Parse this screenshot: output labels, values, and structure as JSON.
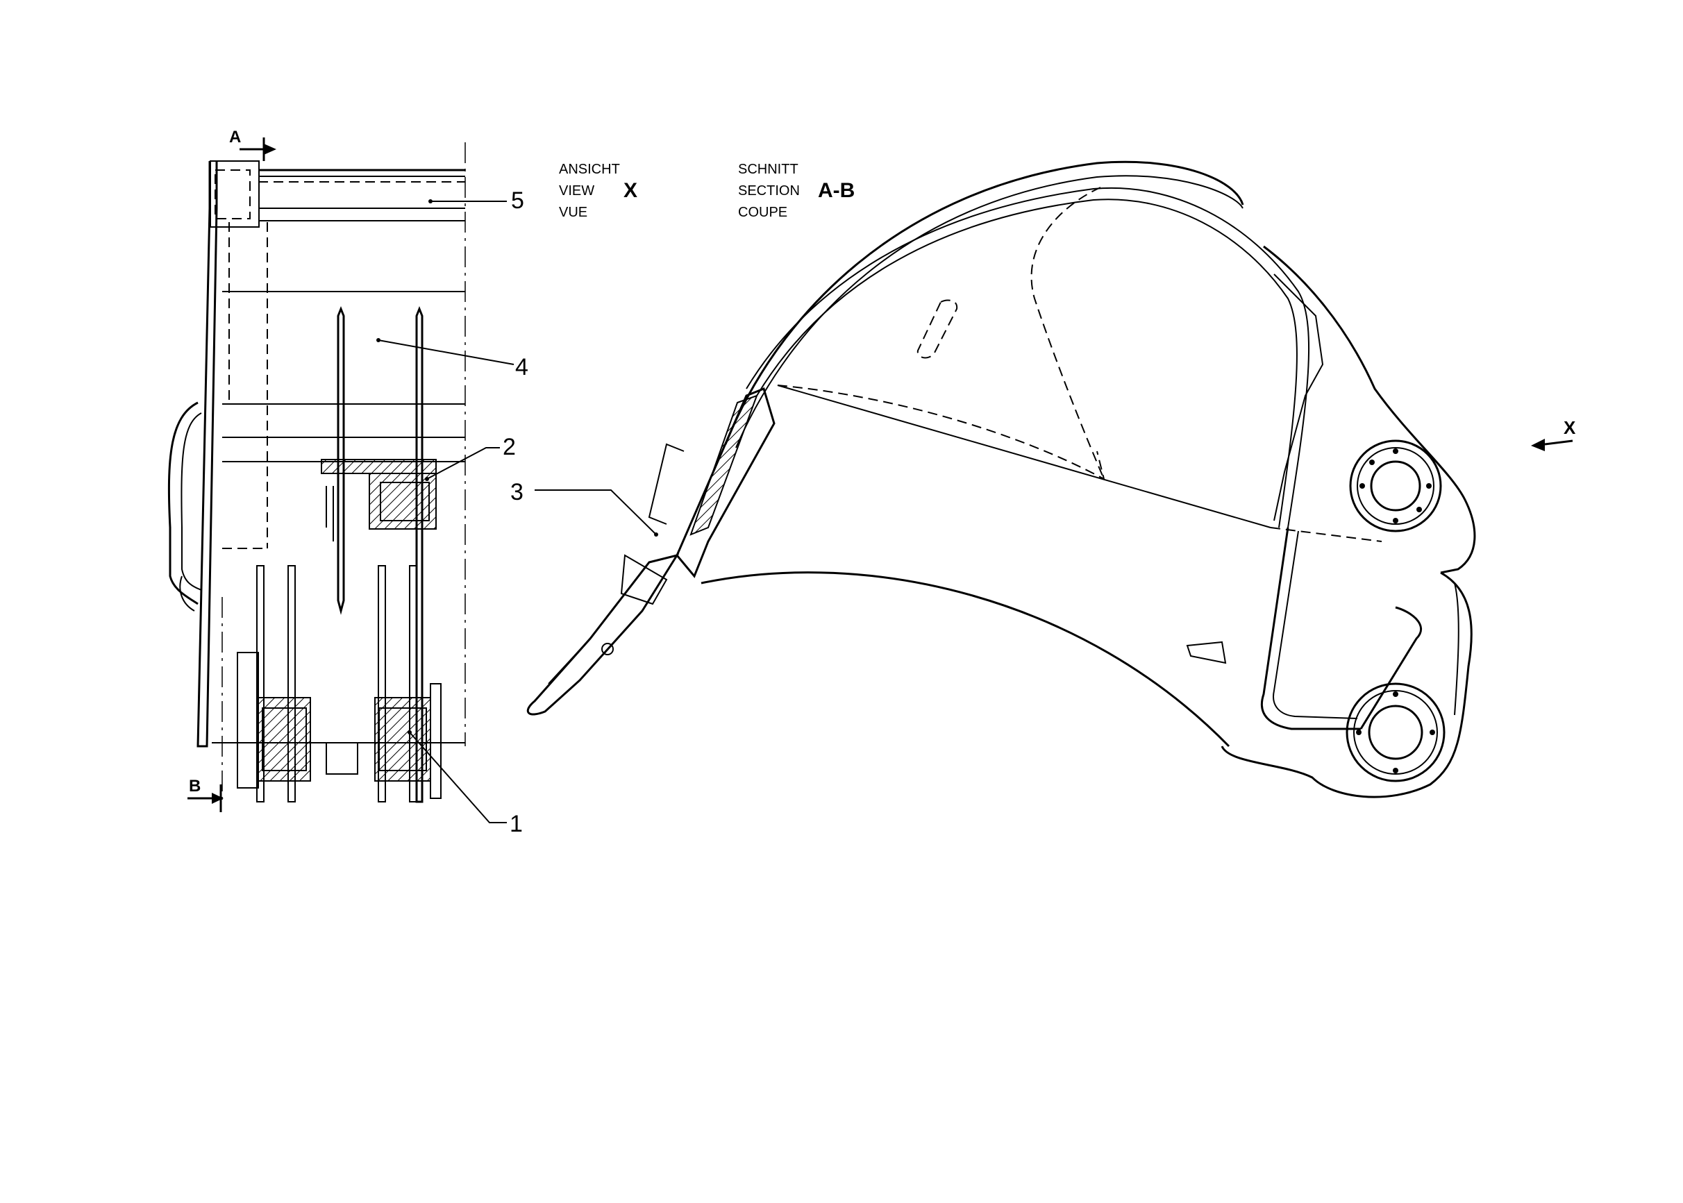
{
  "view_block": {
    "labels": [
      "ANSICHT",
      "VIEW",
      "VUE"
    ],
    "letter": "X"
  },
  "section_block": {
    "labels": [
      "SCHNITT",
      "SECTION",
      "COUPE"
    ],
    "letter": "A-B"
  },
  "callouts": [
    "1",
    "2",
    "3",
    "4",
    "5"
  ],
  "section_marks": {
    "a": "A",
    "b": "B"
  },
  "view_arrow_label": "X"
}
